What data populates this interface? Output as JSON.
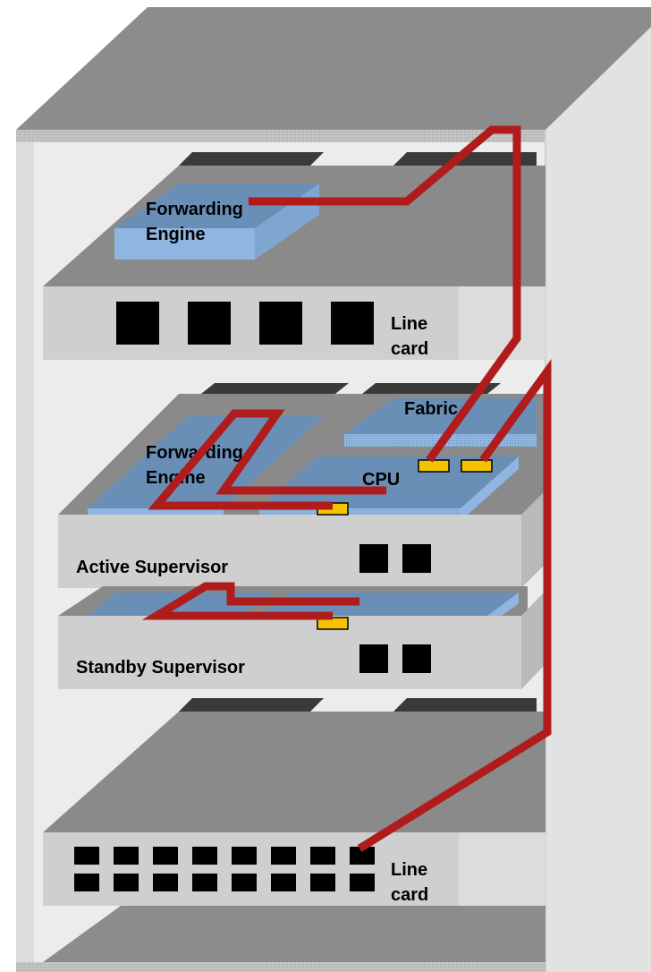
{
  "labels": {
    "forwarding_engine_top_line1": "Forwarding",
    "forwarding_engine_top_line2": "Engine",
    "linecard_top_line1": "Line",
    "linecard_top_line2": "card",
    "fabric": "Fabric",
    "forwarding_engine_sup_line1": "Forwarding",
    "forwarding_engine_sup_line2": "Engine",
    "cpu": "CPU",
    "active_supervisor": "Active Supervisor",
    "standby_supervisor": "Standby Supervisor",
    "linecard_bottom_line1": "Line",
    "linecard_bottom_line2": "card"
  },
  "colors": {
    "chassis_top": "#8c8c8c",
    "chassis_side": "#e2e2e2",
    "chassis_inner": "#ececec",
    "card_top": "#8a8a8a",
    "card_front": "#cfcfcf",
    "module_blue": "#6a8fb7",
    "module_edge": "#8fb6e0",
    "path_red": "#b01c1c",
    "connector_yellow": "#f5c400",
    "port_black": "#000000",
    "rail_dark": "#3a3a3a"
  }
}
